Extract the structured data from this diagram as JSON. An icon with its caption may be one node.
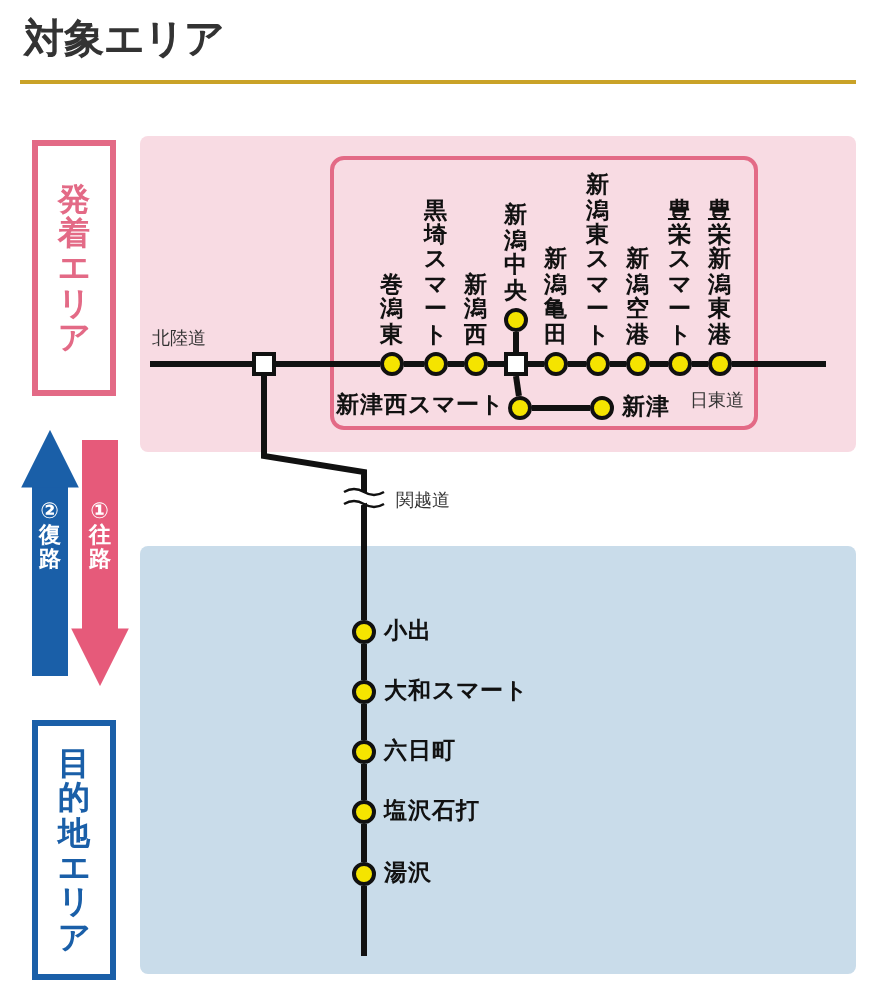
{
  "diagram": {
    "title": "対象エリア",
    "nodes": [
      {
        "text": [
          "発着エリア"
        ]
      },
      {
        "text": [
          "目的地エリア"
        ]
      },
      {
        "text": [],
        "shape": "box"
      },
      {
        "text": [
          "巻潟東"
        ]
      },
      {
        "text": [
          "黒埼スマート"
        ]
      },
      {
        "text": [
          "新潟西"
        ]
      },
      {
        "text": [
          "新潟中央"
        ]
      },
      {
        "text": [],
        "shape": "box"
      },
      {
        "text": [
          "新潟亀田"
        ]
      },
      {
        "text": [
          "新潟東スマート"
        ]
      },
      {
        "text": [
          "新潟空港"
        ]
      },
      {
        "text": [
          "豊栄スマート"
        ]
      },
      {
        "text": [
          "豊栄新潟東港"
        ]
      },
      {
        "text": [
          "新津西スマート"
        ]
      },
      {
        "text": [
          "新津"
        ]
      },
      {
        "text": [
          "小出"
        ]
      },
      {
        "text": [
          "大和スマート"
        ]
      },
      {
        "text": [
          "六日町"
        ]
      },
      {
        "text": [
          "塩沢石打"
        ]
      },
      {
        "text": [
          "湯沢"
        ]
      }
    ],
    "edges": [
      {
        "from": 0,
        "to": 1,
        "arrow": "to",
        "label": "①往路",
        "style": "thick",
        "color": "#e65a7a"
      },
      {
        "from": 1,
        "to": 0,
        "arrow": "to",
        "label": "②復路",
        "style": "thick",
        "color": "#1a5fa8"
      },
      {
        "from": null,
        "to": 2,
        "arrow": "none"
      },
      {
        "from": 2,
        "to": 3,
        "arrow": "none"
      },
      {
        "from": 3,
        "to": 4,
        "arrow": "none"
      },
      {
        "from": 4,
        "to": 5,
        "arrow": "none"
      },
      {
        "from": 5,
        "to": 7,
        "arrow": "none"
      },
      {
        "from": 7,
        "to": 8,
        "arrow": "none"
      },
      {
        "from": 8,
        "to": 9,
        "arrow": "none"
      },
      {
        "from": 9,
        "to": 10,
        "arrow": "none"
      },
      {
        "from": 10,
        "to": 11,
        "arrow": "none"
      },
      {
        "from": 11,
        "to": 12,
        "arrow": "none"
      },
      {
        "from": 12,
        "to": null,
        "arrow": "none"
      },
      {
        "from": 6,
        "to": 7,
        "arrow": "none"
      },
      {
        "from": 7,
        "to": 13,
        "arrow": "none"
      },
      {
        "from": 13,
        "to": 14,
        "arrow": "none"
      },
      {
        "from": 2,
        "to": 15,
        "arrow": "none"
      },
      {
        "from": 15,
        "to": 16,
        "arrow": "none"
      },
      {
        "from": 16,
        "to": 17,
        "arrow": "none"
      },
      {
        "from": 17,
        "to": 18,
        "arrow": "none"
      },
      {
        "from": 18,
        "to": 19,
        "arrow": "none"
      },
      {
        "from": 19,
        "to": null,
        "arrow": "none"
      }
    ],
    "labels": [
      "北陸道",
      "日東道",
      "関越道"
    ]
  }
}
